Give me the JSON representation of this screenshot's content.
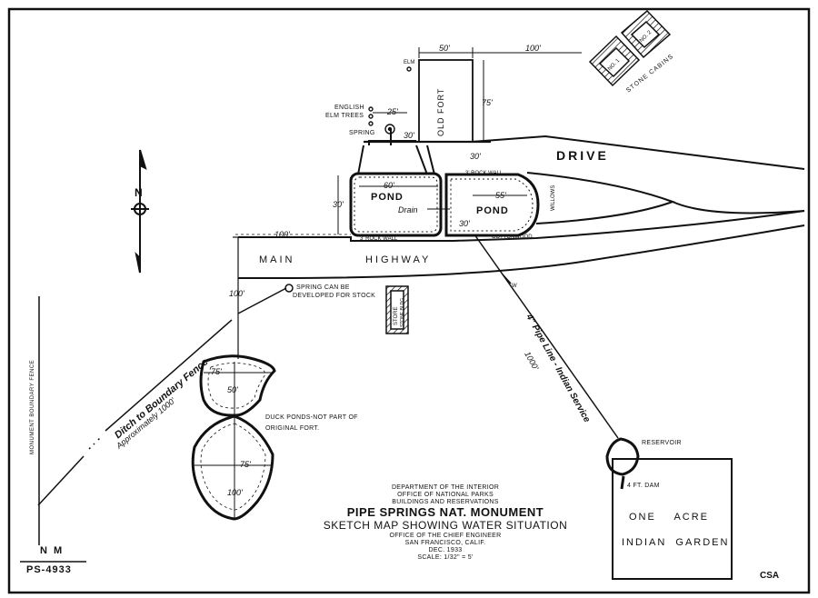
{
  "labels": {
    "drive": "DRIVE",
    "main": "MAIN",
    "highway": "HIGHWAY",
    "old_fort": "OLD FORT",
    "pond_left": "POND",
    "pond_right": "POND",
    "drain": "Drain",
    "english_elm_1": "ENGLISH",
    "english_elm_2": "ELM TREES",
    "spring": "SPRING",
    "elm": "ELM",
    "stone_cabins": "STONE CABINS",
    "cabin_1": "No. 1",
    "cabin_2": "No. 2",
    "store": "STORE",
    "store_sub": "STONE BLDG",
    "spring_can_1": "SPRING CAN BE",
    "spring_can_2": "DEVELOPED FOR STOCK",
    "ditch_1": "Ditch to Boundary Fence",
    "ditch_2": "Approximately 1000'",
    "pipe_1": "4\" Pipe Line - Indian Service",
    "pipe_2": "1000'",
    "duck_1": "DUCK PONDS-NOT PART OF",
    "duck_2": "ORIGINAL FORT.",
    "reservoir": "RESERVOIR",
    "dam": "4 FT. DAM",
    "garden_1": "ONE    ACRE",
    "garden_2": "INDIAN  GARDEN",
    "boundary_fence": "MONUMENT BOUNDARY FENCE",
    "nm": "N M",
    "sheet": "PS-4933",
    "initials": "CSA",
    "rock_wall_1": "3' ROCK WALL",
    "rock_wall_2": "3' ROCK WALL",
    "cottonwood": "COTTONWOOD",
    "willows": "WILLOWS",
    "north": "N",
    "w_mark": "W"
  },
  "dimensions": {
    "d50": "50'",
    "d100_top": "100'",
    "d75_fort": "75'",
    "d25": "25'",
    "d30_a": "30'",
    "d30_b": "30'",
    "d60": "60'",
    "d55": "55'",
    "d30_c": "30'",
    "d100_left": "100'",
    "d100_vert": "100'",
    "d75_duck1": "75'",
    "d50_duck": "50'",
    "d75_duck2": "75'",
    "d100_duck": "100'",
    "d30_d": "30'"
  },
  "title_block": {
    "line1": "DEPARTMENT OF THE INTERIOR",
    "line2": "OFFICE OF NATIONAL PARKS",
    "line3": "BUILDINGS AND RESERVATIONS",
    "title": "PIPE SPRINGS NAT. MONUMENT",
    "subtitle": "SKETCH MAP SHOWING WATER SITUATION",
    "line4": "OFFICE OF THE CHIEF ENGINEER",
    "line5": "SAN FRANCISCO, CALIF.",
    "line6": "DEC. 1933",
    "scale": "SCALE: 1/32\" = 5'"
  },
  "colors": {
    "ink": "#111111",
    "paper": "#ffffff"
  }
}
